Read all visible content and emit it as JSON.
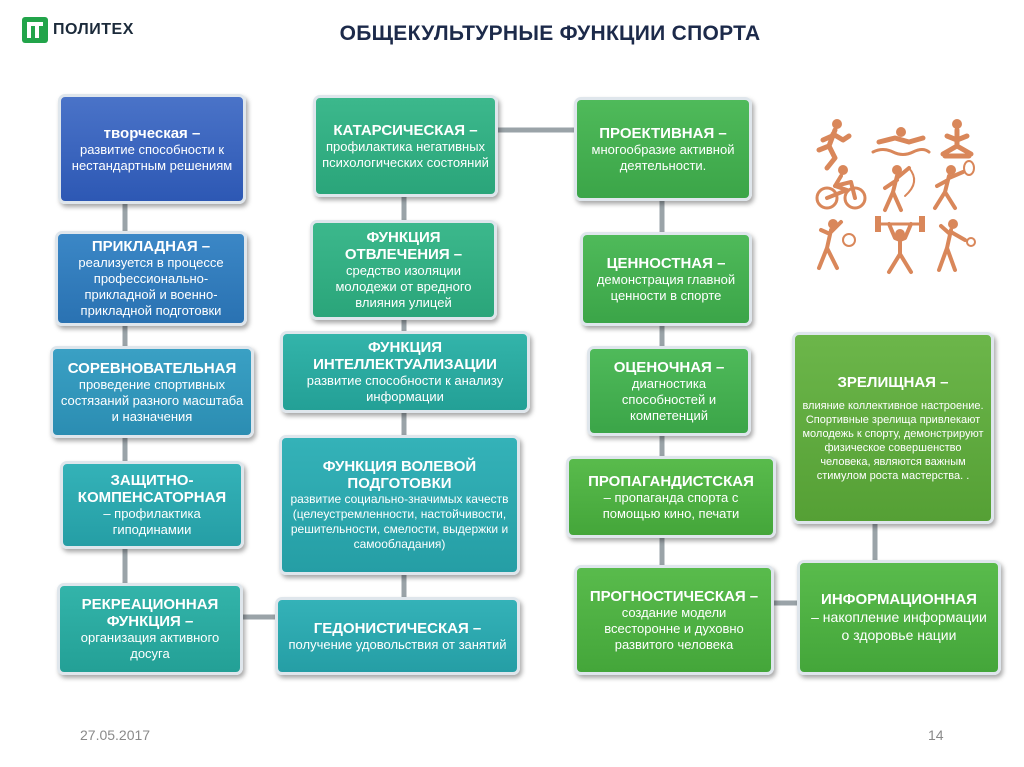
{
  "logo": {
    "text": "ПОЛИТЕХ"
  },
  "title": "ОБЩЕКУЛЬТУРНЫЕ ФУНКЦИИ СПОРТА",
  "colors": {
    "connector": "#9aa3a8",
    "sport_icon": "#d9875a",
    "box_border": "#dfe6ec"
  },
  "columns": {
    "col1": [
      {
        "title": "творческая –",
        "desc": "развитие способности к нестандартным решениям"
      },
      {
        "title": "ПРИКЛАДНАЯ –",
        "desc": "реализуется в процессе профессионально-прикладной и военно-прикладной подготовки"
      },
      {
        "title": "СОРЕВНОВАТЕЛЬНАЯ",
        "desc": "проведение спортивных состязаний разного масштаба и назначения"
      },
      {
        "title": "ЗАЩИТНО-КОМПЕНСАТОРНАЯ",
        "desc": "– профилактика гиподинамии"
      },
      {
        "title": "РЕКРЕАЦИОННАЯ ФУНКЦИЯ –",
        "desc": "организация активного досуга"
      }
    ],
    "col2": [
      {
        "title": "КАТАРСИЧЕСКАЯ –",
        "desc": "профилактика негативных психологических состояний"
      },
      {
        "title": "ФУНКЦИЯ ОТВЛЕЧЕНИЯ –",
        "desc": "средство изоляции молодежи от вредного влияния улицей"
      },
      {
        "title": "ФУНКЦИЯ ИНТЕЛЛЕКТУАЛИЗАЦИИ",
        "desc": "развитие способности к анализу информации"
      },
      {
        "title": "ФУНКЦИЯ ВОЛЕВОЙ ПОДГОТОВКИ",
        "desc": "развитие социально-значимых качеств (целеустремленности, настойчивости, решительности, смелости, выдержки и самообладания)"
      },
      {
        "title": "ГЕДОНИСТИЧЕСКАЯ –",
        "desc": "получение удовольствия от занятий"
      }
    ],
    "col3": [
      {
        "title": "ПРОЕКТИВНАЯ –",
        "desc": "многообразие активной деятельности."
      },
      {
        "title": "ЦЕННОСТНАЯ –",
        "desc": "демонстрация главной ценности в спорте"
      },
      {
        "title": "ОЦЕНОЧНАЯ –",
        "desc": "диагностика способностей и компетенций"
      },
      {
        "title": "ПРОПАГАНДИСТСКАЯ",
        "desc": "– пропаганда спорта с помощью кино, печати"
      },
      {
        "title": "ПРОГНОСТИЧЕСКАЯ –",
        "desc": "создание модели всесторонне и духовно развитого человека"
      }
    ],
    "col4": [
      {
        "title": "ЗРЕЛИЩНАЯ –",
        "desc": "влияние коллективное настроение. Спортивные зрелища привлекают молодежь к спорту, демонстрируют физическое совершенство человека, являются важным стимулом роста мастерства. ."
      },
      {
        "title": "ИНФОРМАЦИОННАЯ",
        "desc": "– накопление информации о здоровье нации"
      }
    ]
  },
  "sport_icons": [
    "running-icon",
    "swimming-icon",
    "meditation-icon",
    "cycling-icon",
    "gymnastics-icon",
    "tennis-icon",
    "volleyball-icon",
    "weightlifting-icon",
    "badminton-icon"
  ],
  "footer": {
    "date": "27.05.2017",
    "page": "14"
  }
}
